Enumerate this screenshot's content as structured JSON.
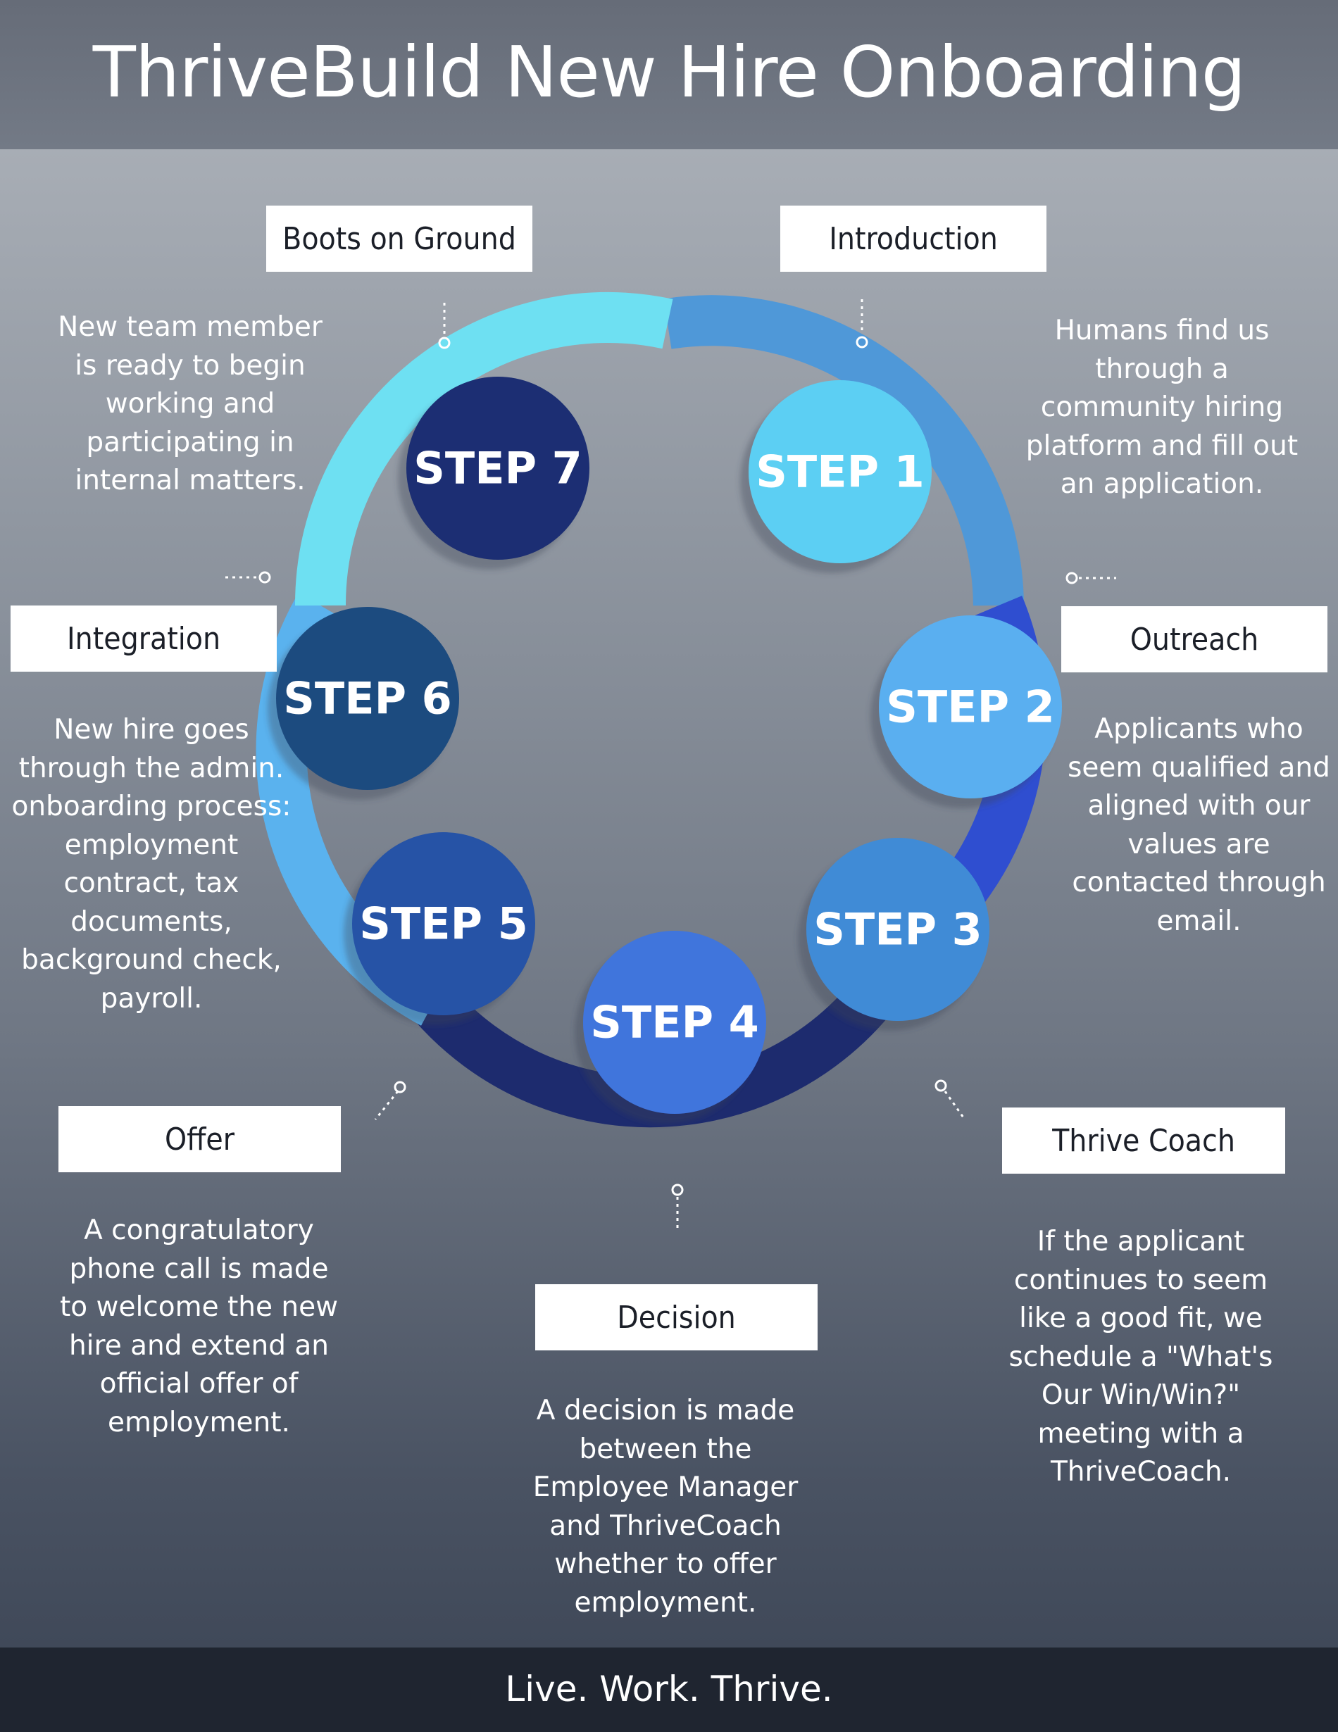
{
  "header": {
    "title": "ThriveBuild New Hire Onboarding"
  },
  "footer": {
    "tagline": "Live. Work. Thrive."
  },
  "colors": {
    "step1": "#5ccff3",
    "step2": "#5aaff0",
    "step3": "#3f8bd6",
    "step4": "#3f74dc",
    "step5": "#2552a6",
    "step6": "#1f4b7f",
    "step7": "#1a2f73"
  },
  "steps": [
    {
      "circle_label": "STEP 1",
      "name": "Introduction",
      "description": "Humans find us through a community hiring platform and fill out an application."
    },
    {
      "circle_label": "STEP 2",
      "name": "Outreach",
      "description": "Applicants who seem qualified and aligned with our values are contacted through email."
    },
    {
      "circle_label": "STEP 3",
      "name": "Thrive Coach",
      "description": "If the applicant continues to seem like a good fit, we schedule a \"What's Our Win/Win?\" meeting with a ThriveCoach."
    },
    {
      "circle_label": "STEP 4",
      "name": "Decision",
      "description": "A decision is made between the Employee Manager and ThriveCoach whether to offer employment."
    },
    {
      "circle_label": "STEP 5",
      "name": "Offer",
      "description": "A congratulatory phone call is made to welcome the new hire and extend an official offer of employment."
    },
    {
      "circle_label": "STEP 6",
      "name": "Integration",
      "description": "New hire goes through the admin. onboarding process: employment contract, tax documents, background check, payroll."
    },
    {
      "circle_label": "STEP 7",
      "name": "Boots on Ground",
      "description": "New team member is ready to begin working and participating in internal matters."
    }
  ]
}
